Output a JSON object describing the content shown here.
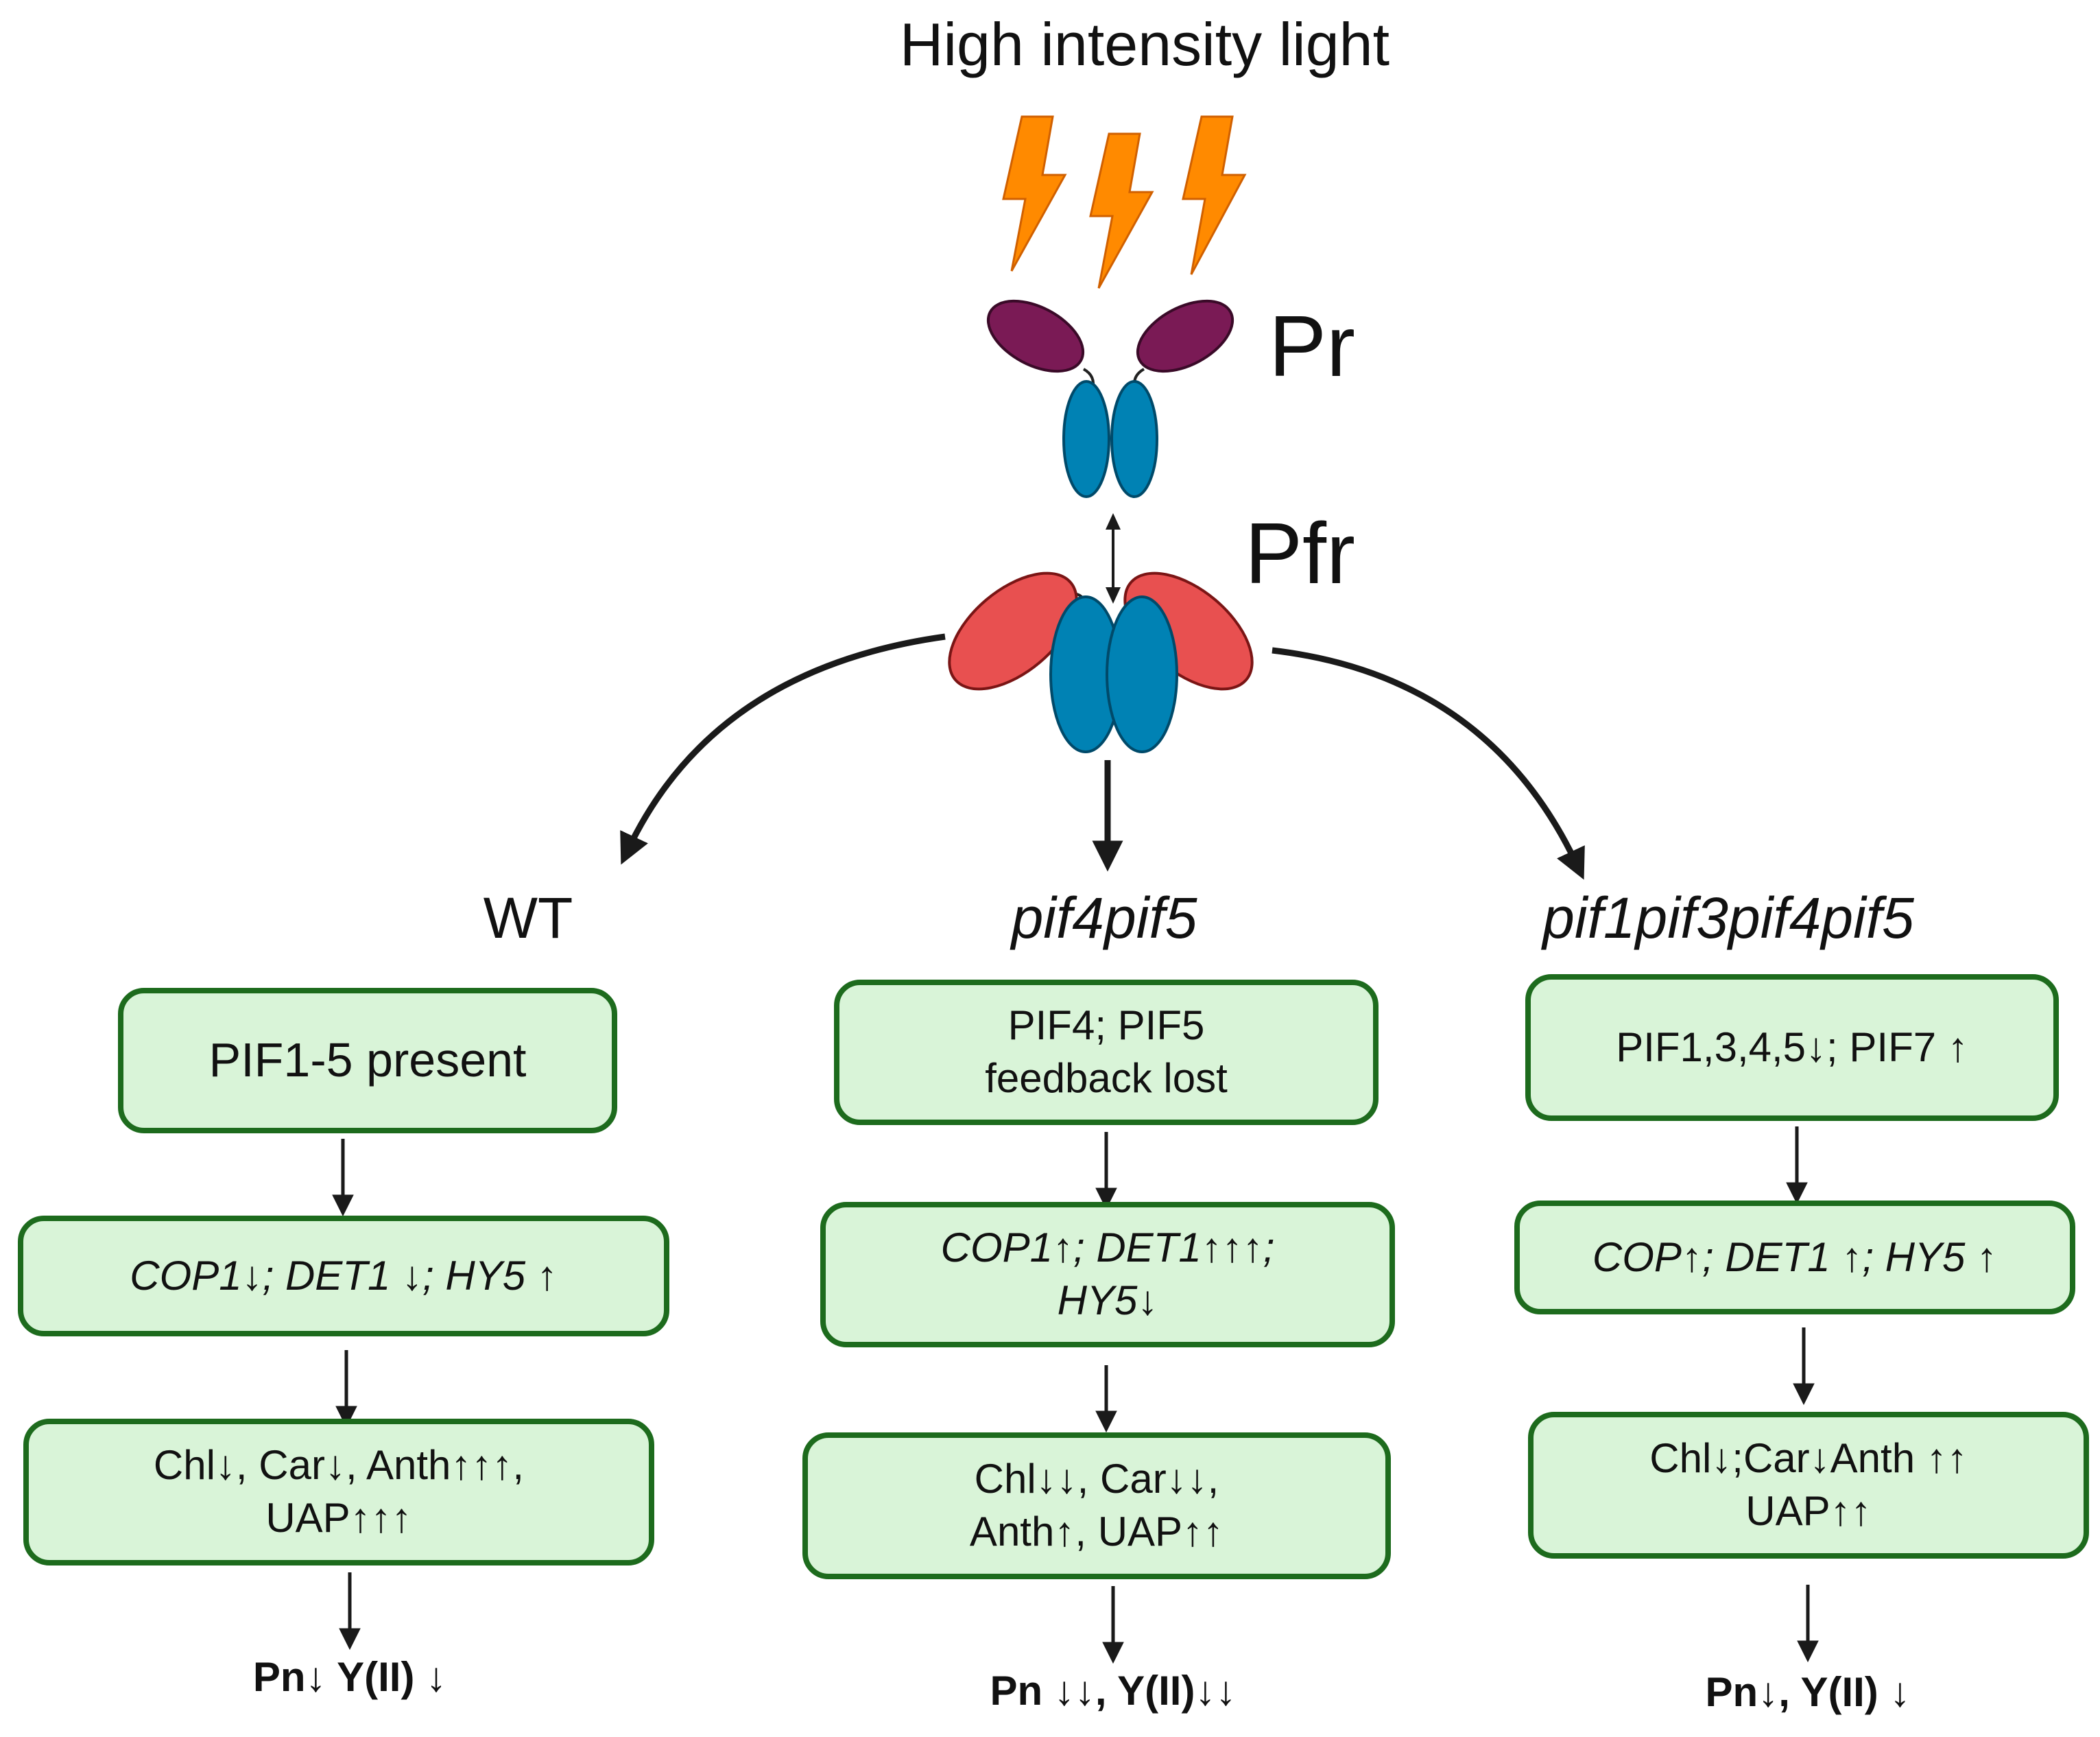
{
  "title": "High intensity light",
  "receptor": {
    "pr_label": "Pr",
    "pfr_label": "Pfr"
  },
  "colors": {
    "lightning": "#ff8a00",
    "pr_domain": "#7a1a55",
    "pfr_domain": "#e85050",
    "core": "#0082b4",
    "box_fill": "#d9f4d8",
    "box_border": "#1d6b1d"
  },
  "columns": [
    {
      "title": "WT",
      "step1": "PIF1-5 present",
      "step2": "COP1↓; DET1 ↓; HY5 ↑",
      "step3": [
        "Chl↓, Car↓, Anth↑↑↑,",
        "UAP↑↑↑"
      ],
      "result": "Pn↓ Y(II) ↓"
    },
    {
      "title": "pif4pif5",
      "step1": [
        "PIF4; PIF5",
        "feedback lost"
      ],
      "step2": [
        "COP1↑; DET1↑↑↑;",
        "HY5↓"
      ],
      "step3": [
        "Chl↓↓, Car↓↓,",
        "Anth↑, UAP↑↑"
      ],
      "result": "Pn ↓↓, Y(II)↓↓"
    },
    {
      "title": "pif1pif3pif4pif5",
      "step1": "PIF1,3,4,5↓; PIF7 ↑",
      "step2": "COP↑; DET1 ↑; HY5 ↑",
      "step3": [
        "Chl↓;Car↓Anth ↑↑",
        "UAP↑↑"
      ],
      "result": "Pn↓, Y(II) ↓"
    }
  ]
}
